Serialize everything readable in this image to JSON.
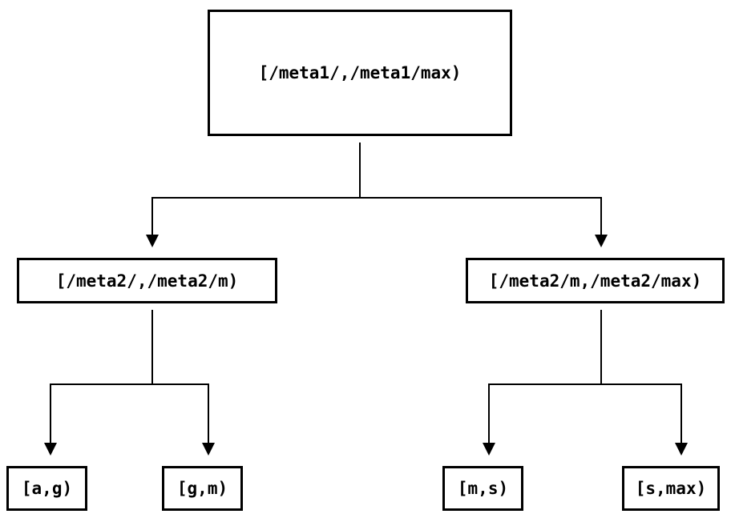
{
  "diagram": {
    "type": "tree",
    "background_color": "#ffffff",
    "line_color": "#000000",
    "text_color": "#000000",
    "nodes": {
      "root": {
        "label": "[/meta1/,/meta1/max)"
      },
      "left_mid": {
        "label": "[/meta2/,/meta2/m)"
      },
      "right_mid": {
        "label": "[/meta2/m,/meta2/max)"
      },
      "leaf_ag": {
        "label": "[a,g)"
      },
      "leaf_gm": {
        "label": "[g,m)"
      },
      "leaf_ms": {
        "label": "[m,s)"
      },
      "leaf_smax": {
        "label": "[s,max)"
      }
    },
    "edges": [
      {
        "from": "root",
        "to": "left_mid"
      },
      {
        "from": "root",
        "to": "right_mid"
      },
      {
        "from": "left_mid",
        "to": "leaf_ag"
      },
      {
        "from": "left_mid",
        "to": "leaf_gm"
      },
      {
        "from": "right_mid",
        "to": "leaf_ms"
      },
      {
        "from": "right_mid",
        "to": "leaf_smax"
      }
    ]
  }
}
